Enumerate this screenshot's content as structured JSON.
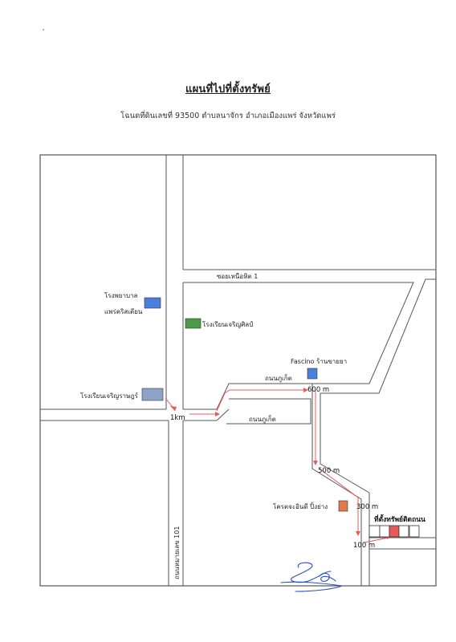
{
  "map": {
    "title": "แผนที่ไปที่ตั้งทรัพย์",
    "subtitle": "โฉนดที่ดินเลขที่ 93500 ตำบลนาจักร อำเภอเมืองแพร่ จังหวัดแพร่",
    "roads": {
      "soi_nuea_hit_1": "ซอยเหนือหิต 1",
      "thanon_phuket_upper": "ถนนภูเก็ต",
      "thanon_phuket_lower": "ถนนภูเก็ต",
      "highway_101": "ถนนหมายเลข 101"
    },
    "landmarks": {
      "hospital": {
        "line1": "โรงพยาบาล",
        "line2": "แพร่คริสเตียน",
        "color": "#4a7fdc"
      },
      "charoen_sin_school": {
        "label": "โรงเรียนเจริญศิลป์",
        "color": "#4a9a4a"
      },
      "fascino": {
        "label": "Fascino ร้านขายยา",
        "color": "#4a7fdc"
      },
      "charoen_rat_school": {
        "label": "โรงเรียนเจริญราษฎร์",
        "color": "#8fa3c8"
      },
      "pork_grill": {
        "label": "โครตจะอินดี ปิ้งย่าง",
        "color": "#e07a4a"
      },
      "property": {
        "label": "ที่ตั้งทรัพย์ติดถนน",
        "color": "#e85a5a"
      }
    },
    "distances": {
      "d1": "1km",
      "d2": "600 m",
      "d3": "500 m",
      "d4": "300 m",
      "d5": "100 m"
    },
    "colors": {
      "route": "#e85a5a",
      "road": "#555555",
      "signature": "#2a4fc8"
    }
  }
}
